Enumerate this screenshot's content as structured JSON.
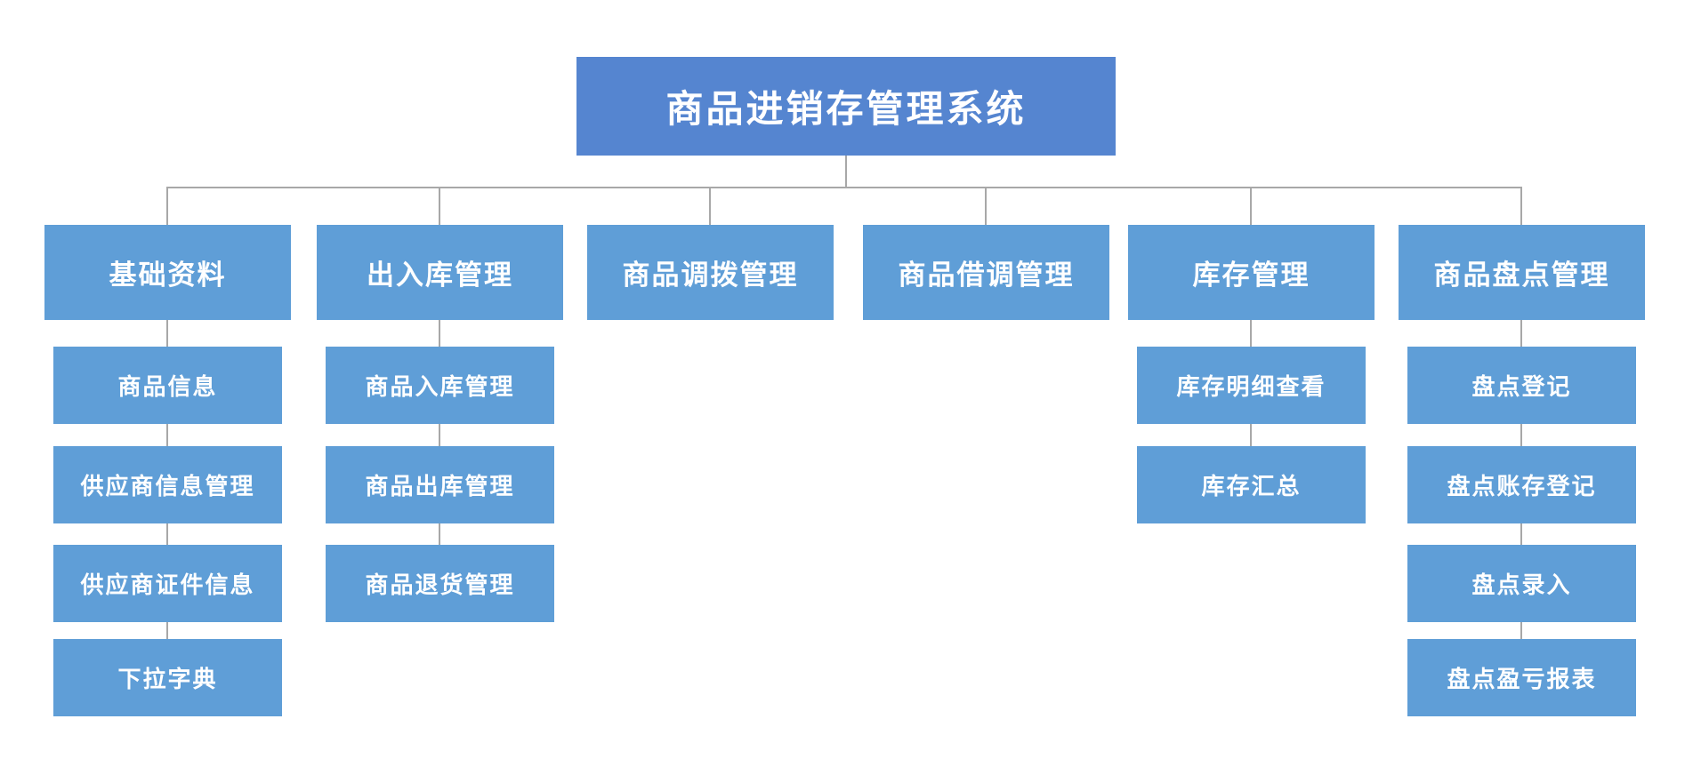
{
  "diagram": {
    "type": "org-chart",
    "title": "商品进销存管理系统"
  },
  "colors": {
    "root_fill": "#5585d0",
    "node_fill": "#5f9ed7",
    "connector": "#a8a8a8",
    "text": "#ffffff",
    "background": "#ffffff"
  },
  "tree": {
    "root": {
      "label": "商品进销存管理系统"
    },
    "branches": [
      {
        "label": "基础资料",
        "children": [
          "商品信息",
          "供应商信息管理",
          "供应商证件信息",
          "下拉字典"
        ]
      },
      {
        "label": "出入库管理",
        "children": [
          "商品入库管理",
          "商品出库管理",
          "商品退货管理"
        ]
      },
      {
        "label": "商品调拨管理",
        "children": []
      },
      {
        "label": "商品借调管理",
        "children": []
      },
      {
        "label": "库存管理",
        "children": [
          "库存明细查看",
          "库存汇总"
        ]
      },
      {
        "label": "商品盘点管理",
        "children": [
          "盘点登记",
          "盘点账存登记",
          "盘点录入",
          "盘点盈亏报表"
        ]
      }
    ]
  }
}
